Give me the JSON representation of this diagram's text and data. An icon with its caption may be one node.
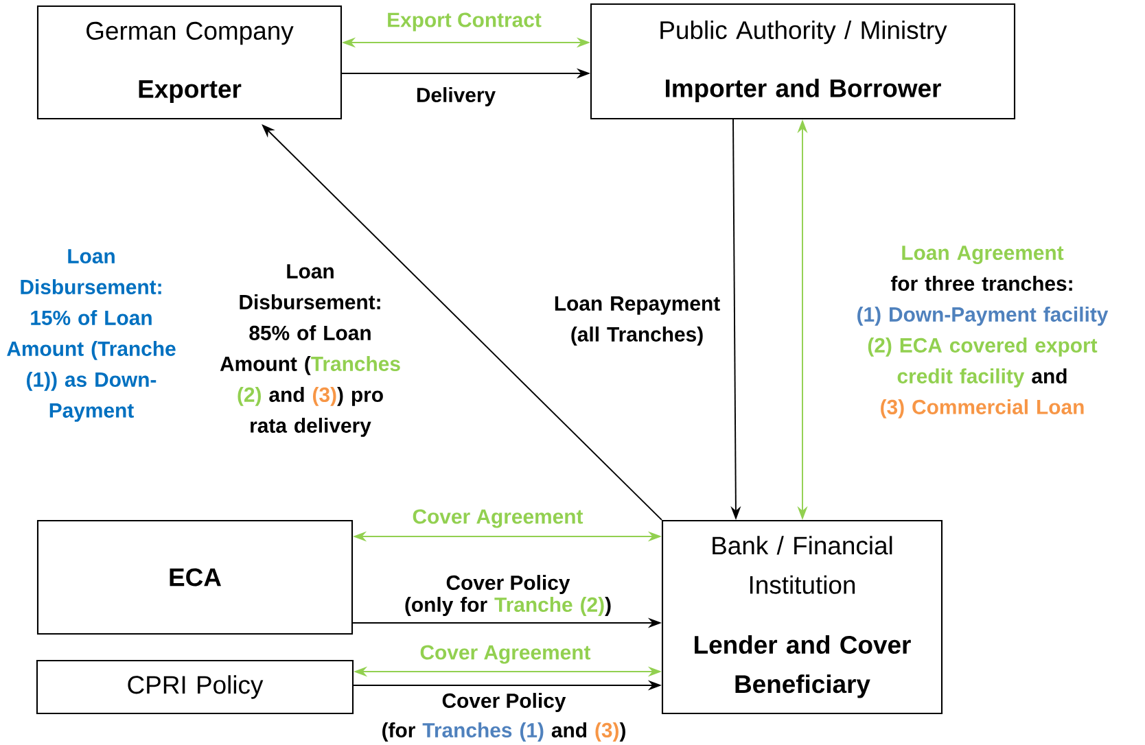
{
  "diagram": {
    "nodes": [
      {
        "text": [
          "German Company",
          "Exporter"
        ]
      },
      {
        "text": [
          "Public Authority / Ministry",
          "Importer and Borrower"
        ]
      },
      {
        "text": [
          "ECA"
        ]
      },
      {
        "text": [
          "Bank / Financial Institution",
          "Lender and Cover Beneficiary"
        ]
      },
      {
        "text": [
          "CPRI Policy"
        ]
      }
    ],
    "edges": [
      {
        "from": 0,
        "to": 1,
        "arrow": "both",
        "label": "Export Contract",
        "color": "#92d050"
      },
      {
        "from": 0,
        "to": 1,
        "arrow": "to",
        "label": "Delivery"
      },
      {
        "from": 3,
        "to": 0,
        "arrow": "to"
      },
      {
        "from": 1,
        "to": 3,
        "arrow": "to",
        "label": "Loan Repayment (all Tranches)"
      },
      {
        "from": 1,
        "to": 3,
        "arrow": "both",
        "color": "#92d050"
      },
      {
        "from": 2,
        "to": 3,
        "arrow": "both",
        "label": "Cover Agreement",
        "color": "#92d050"
      },
      {
        "from": 2,
        "to": 3,
        "arrow": "to",
        "label": "Cover Policy"
      },
      {
        "from": 4,
        "to": 3,
        "arrow": "both",
        "label": "Cover Agreement",
        "color": "#92d050"
      },
      {
        "from": 4,
        "to": 3,
        "arrow": "to",
        "label": "Cover Policy"
      }
    ],
    "labels": [
      "Loan Disbursement: 15% of Loan Amount (Tranche (1)) as Down-Payment",
      "Loan Disbursement: 85% of Loan Amount (",
      "Tranches (2)",
      "and",
      "(3)",
      ") pro rata delivery",
      "Loan Agreement",
      "for three tranches:",
      "(1) Down-Payment facility",
      "(2) ECA covered export credit facility",
      "and",
      "(3) Commercial Loan",
      "(only for",
      "Tranche (2)",
      ")",
      "(for",
      "Tranches (1)",
      "and",
      "(3)",
      ")"
    ]
  }
}
